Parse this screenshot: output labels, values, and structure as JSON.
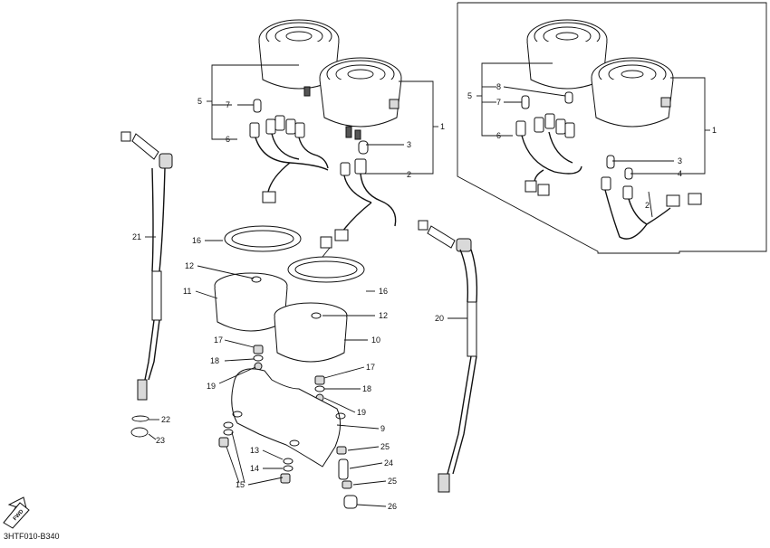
{
  "diagram_code": "3HTF010-B340",
  "fwd_label": "FWD",
  "labels": {
    "l1a": "1",
    "l1b": "1",
    "l2a": "2",
    "l2b": "2",
    "l3a": "3",
    "l3b": "3",
    "l4": "4",
    "l5a": "5",
    "l5b": "5",
    "l6a": "6",
    "l6b": "6",
    "l7a": "7",
    "l7b": "7",
    "l8": "8",
    "l9": "9",
    "l10": "10",
    "l11": "11",
    "l12a": "12",
    "l12b": "12",
    "l13": "13",
    "l14": "14",
    "l15": "15",
    "l16a": "16",
    "l16b": "16",
    "l17a": "17",
    "l17b": "17",
    "l18a": "18",
    "l18b": "18",
    "l19a": "19",
    "l19b": "19",
    "l20": "20",
    "l21": "21",
    "l22": "22",
    "l23": "23",
    "l24": "24",
    "l25a": "25",
    "l25b": "25",
    "l26": "26"
  }
}
